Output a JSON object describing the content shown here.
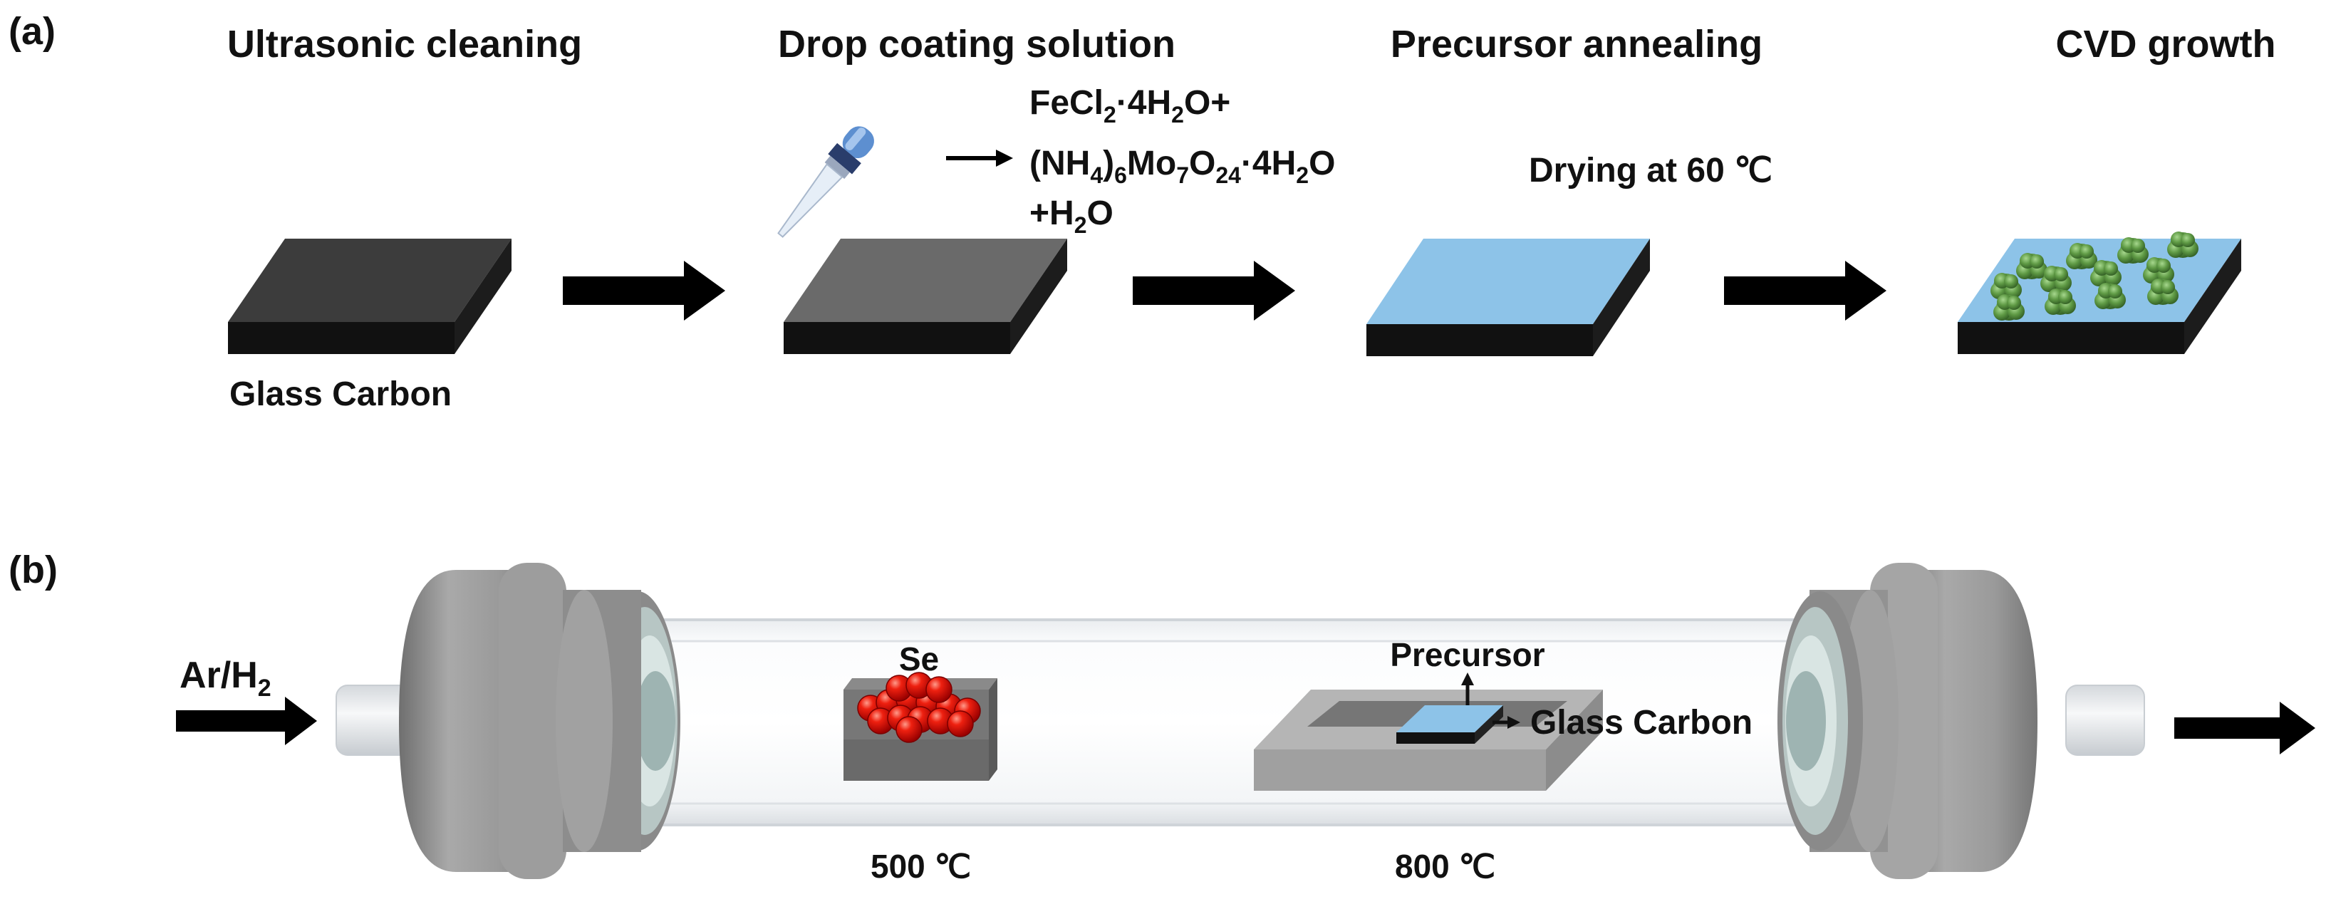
{
  "panel_a": {
    "label": "(a)",
    "steps": [
      {
        "title": "Ultrasonic cleaning"
      },
      {
        "title": "Drop coating solution"
      },
      {
        "title": "Precursor annealing"
      },
      {
        "title": "CVD growth"
      }
    ],
    "substrate_label": "Glass Carbon",
    "solution": {
      "line1": "FeCl",
      "line1_sub": "2",
      "line1_tail": "·4H",
      "line1_sub2": "2",
      "line1_end": "O+",
      "line2_a": "(NH",
      "line2_sub1": "4",
      "line2_b": ")",
      "line2_sub2": "6",
      "line2_c": "Mo",
      "line2_sub3": "7",
      "line2_d": "O",
      "line2_sub4": "24",
      "line2_e": "·4H",
      "line2_sub5": "2",
      "line2_f": "O",
      "line3_a": "+H",
      "line3_sub": "2",
      "line3_b": "O"
    },
    "drying_label": "Drying at 60 ℃"
  },
  "panel_b": {
    "label": "(b)",
    "gas_a": "Ar/H",
    "gas_sub": "2",
    "se_label": "Se",
    "se_temp": "500 ℃",
    "precursor_label": "Precursor",
    "glass_carbon_label": "Glass Carbon",
    "furnace_temp": "800 ℃"
  },
  "colors": {
    "substrate_dark": "#2f2f2f",
    "substrate_grey": "#666666",
    "precursor_blue": "#8dc3e8",
    "selenium_red": "#e01010",
    "growth_green": "#4f8a3a",
    "flange_grey": "#8f8f8f",
    "tray_grey": "#a6a6a6"
  }
}
